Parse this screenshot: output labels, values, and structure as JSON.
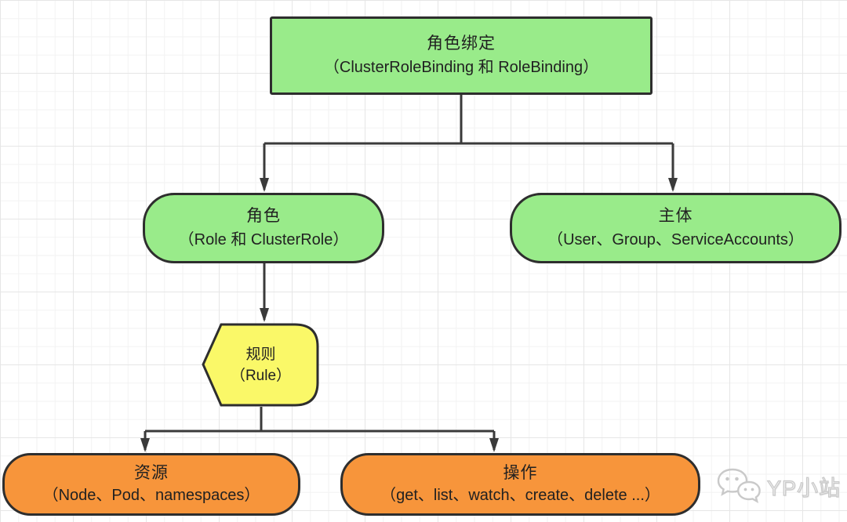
{
  "colors": {
    "green": "#99EB8A",
    "yellow": "#FAF868",
    "orange": "#F7953B",
    "border": "#2E2E2E",
    "line": "#3A3A3A",
    "text": "#212121",
    "watermark": "#C9C9C9",
    "grid_minor": "#F2F2F2",
    "grid_major": "#E6E6E6",
    "background": "#FFFFFF"
  },
  "nodes": [
    {
      "id": "role-binding",
      "shape": "rectangle",
      "fill": "green",
      "title": "角色绑定",
      "subtitle": "（ClusterRoleBinding 和 RoleBinding）"
    },
    {
      "id": "role",
      "shape": "rounded-rectangle",
      "fill": "green",
      "title": "角色",
      "subtitle": "（Role 和 ClusterRole）"
    },
    {
      "id": "subject",
      "shape": "rounded-rectangle",
      "fill": "green",
      "title": "主体",
      "subtitle": "（User、Group、ServiceAccounts）"
    },
    {
      "id": "rule",
      "shape": "display-pentagon",
      "fill": "yellow",
      "title": "规则",
      "subtitle": "（Rule）"
    },
    {
      "id": "resource",
      "shape": "rounded-rectangle",
      "fill": "orange",
      "title": "资源",
      "subtitle": "（Node、Pod、namespaces）"
    },
    {
      "id": "action",
      "shape": "rounded-rectangle",
      "fill": "orange",
      "title": "操作",
      "subtitle": "（get、list、watch、create、delete ...）"
    }
  ],
  "edges": [
    {
      "from": "role-binding",
      "to": "role"
    },
    {
      "from": "role-binding",
      "to": "subject"
    },
    {
      "from": "role",
      "to": "rule"
    },
    {
      "from": "rule",
      "to": "resource"
    },
    {
      "from": "rule",
      "to": "action"
    }
  ],
  "watermark": {
    "label": "YP小站",
    "icon": "wechat-icon"
  }
}
